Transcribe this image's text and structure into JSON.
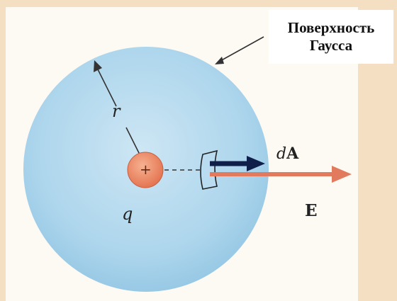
{
  "label": {
    "line1": "Поверхность",
    "line2": "Гаусса"
  },
  "symbols": {
    "radius": "r",
    "charge": "q",
    "charge_sign": "+",
    "area_d": "d",
    "area_A": "A",
    "field": "E"
  },
  "colors": {
    "background": "#f5dfc2",
    "panel": "#fdf9f3",
    "sphere": "#a8d4ec",
    "charge": "#ec8a63",
    "field_arrow": "#e27a5e",
    "area_arrow": "#0f1f4a"
  },
  "icons": {
    "sphere": "gaussian-sphere",
    "charge": "point-charge",
    "area_vector": "arrow-right",
    "field_vector": "arrow-right"
  }
}
